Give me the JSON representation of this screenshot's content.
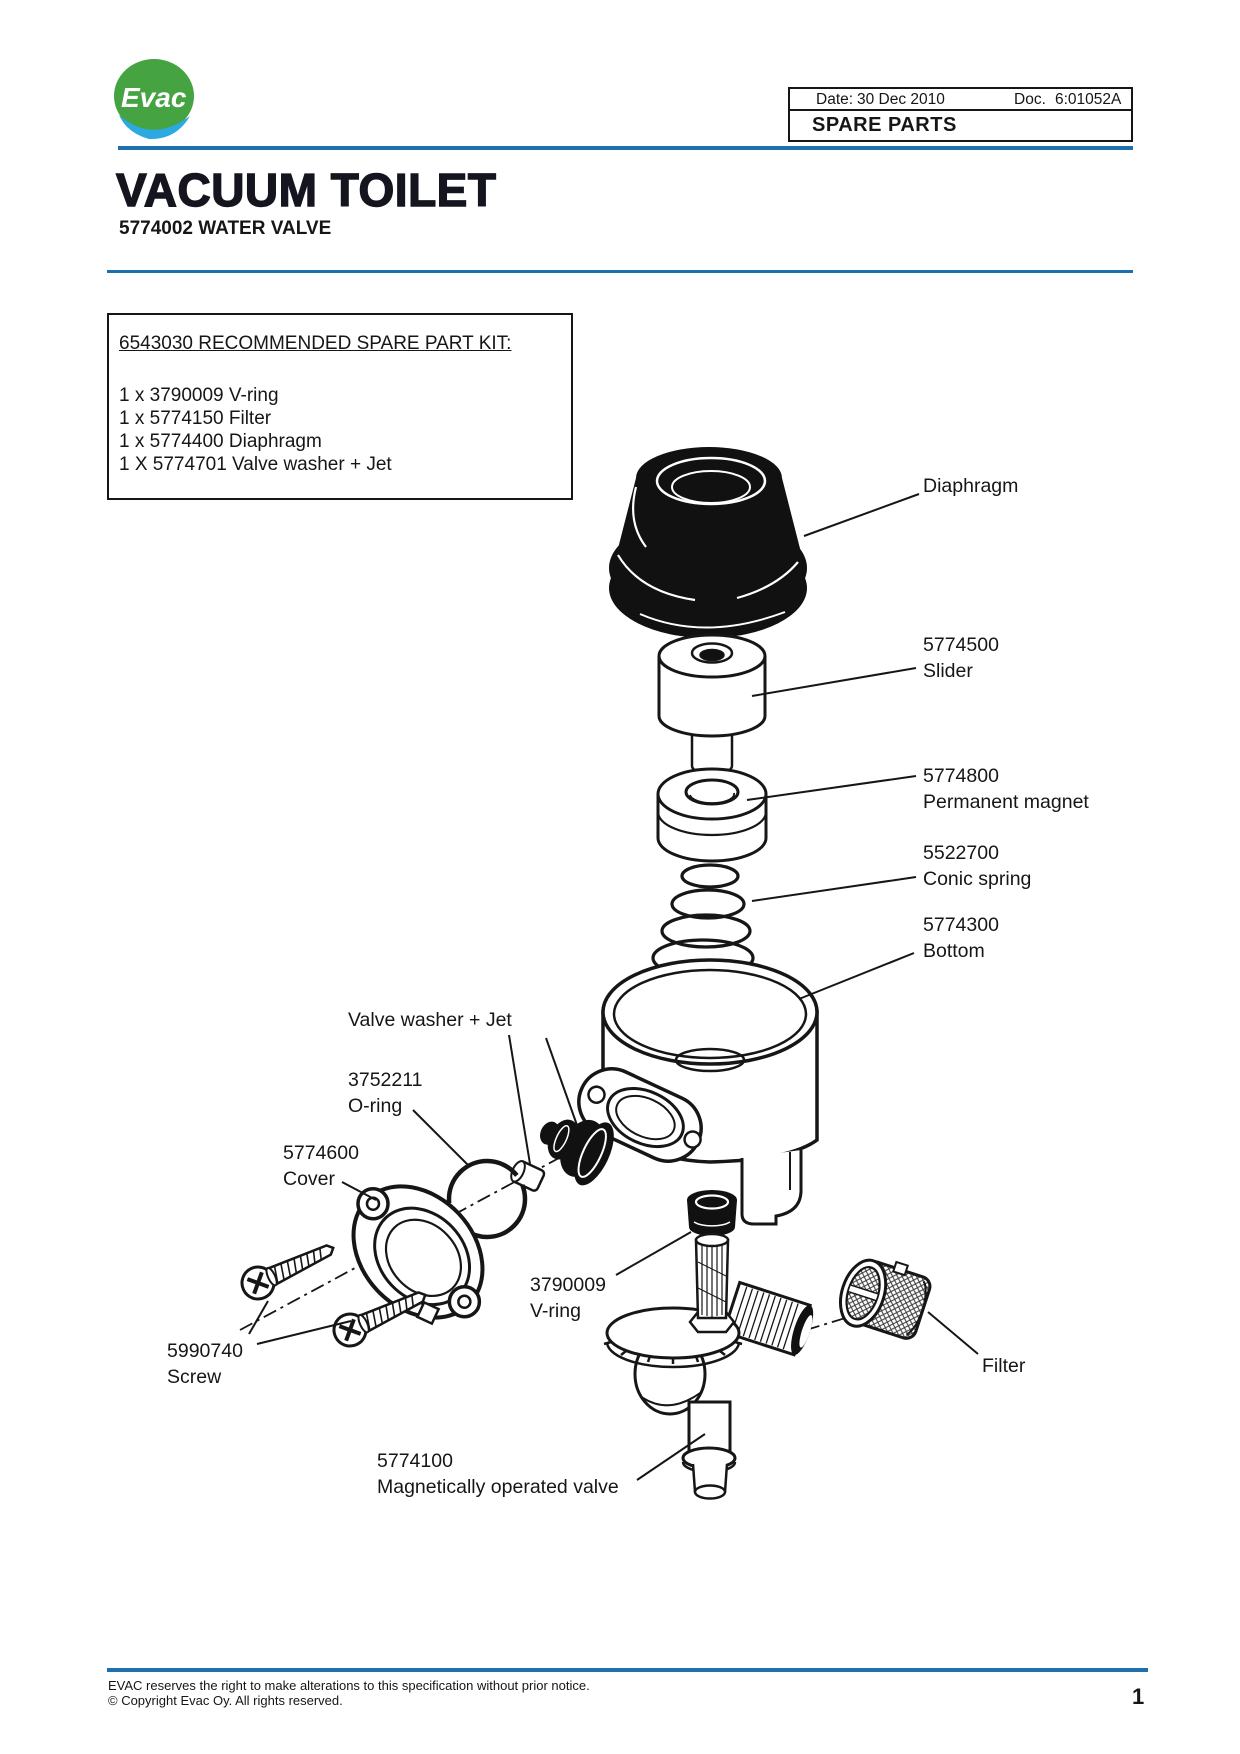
{
  "logo": {
    "brand": "Evac",
    "green": "#46a342",
    "wave_blue": "#2ba9e0"
  },
  "doc_header": {
    "date_label": "Date:",
    "date_value": "30 Dec 2010",
    "doc_label": "Doc.",
    "doc_value": "6:01052A",
    "doc_type": "SPARE PARTS"
  },
  "title": "VACUUM TOILET",
  "subtitle": "5774002 WATER VALVE",
  "spare_kit": {
    "heading": "6543030 RECOMMENDED SPARE PART KIT:",
    "items": [
      "1 x 3790009 V-ring",
      "1 x 5774150 Filter",
      "1 x 5774400 Diaphragm",
      "1 X 5774701 Valve washer + Jet"
    ]
  },
  "diagram": {
    "labels": {
      "diaphragm": {
        "part_no": "",
        "name": "Diaphragm"
      },
      "slider": {
        "part_no": "5774500",
        "name": "Slider"
      },
      "permanent_magnet": {
        "part_no": "5774800",
        "name": "Permanent magnet"
      },
      "conic_spring": {
        "part_no": "5522700",
        "name": "Conic spring"
      },
      "bottom": {
        "part_no": "5774300",
        "name": "Bottom"
      },
      "valve_washer_jet": {
        "part_no": "",
        "name": "Valve washer + Jet"
      },
      "o_ring": {
        "part_no": "3752211",
        "name": "O-ring"
      },
      "cover": {
        "part_no": "5774600",
        "name": "Cover"
      },
      "screw": {
        "part_no": "5990740",
        "name": "Screw"
      },
      "v_ring": {
        "part_no": "3790009",
        "name": "V-ring"
      },
      "valve": {
        "part_no": "5774100",
        "name": "Magnetically operated valve"
      },
      "filter": {
        "part_no": "",
        "name": "Filter"
      }
    }
  },
  "footer": {
    "line1": "EVAC reserves the right to make alterations to this specification without  prior notice.",
    "line2": "© Copyright Evac Oy. All rights reserved.",
    "page_number": "1"
  },
  "colors": {
    "accent_blue": "#1e6fad",
    "line_black": "#161616"
  }
}
